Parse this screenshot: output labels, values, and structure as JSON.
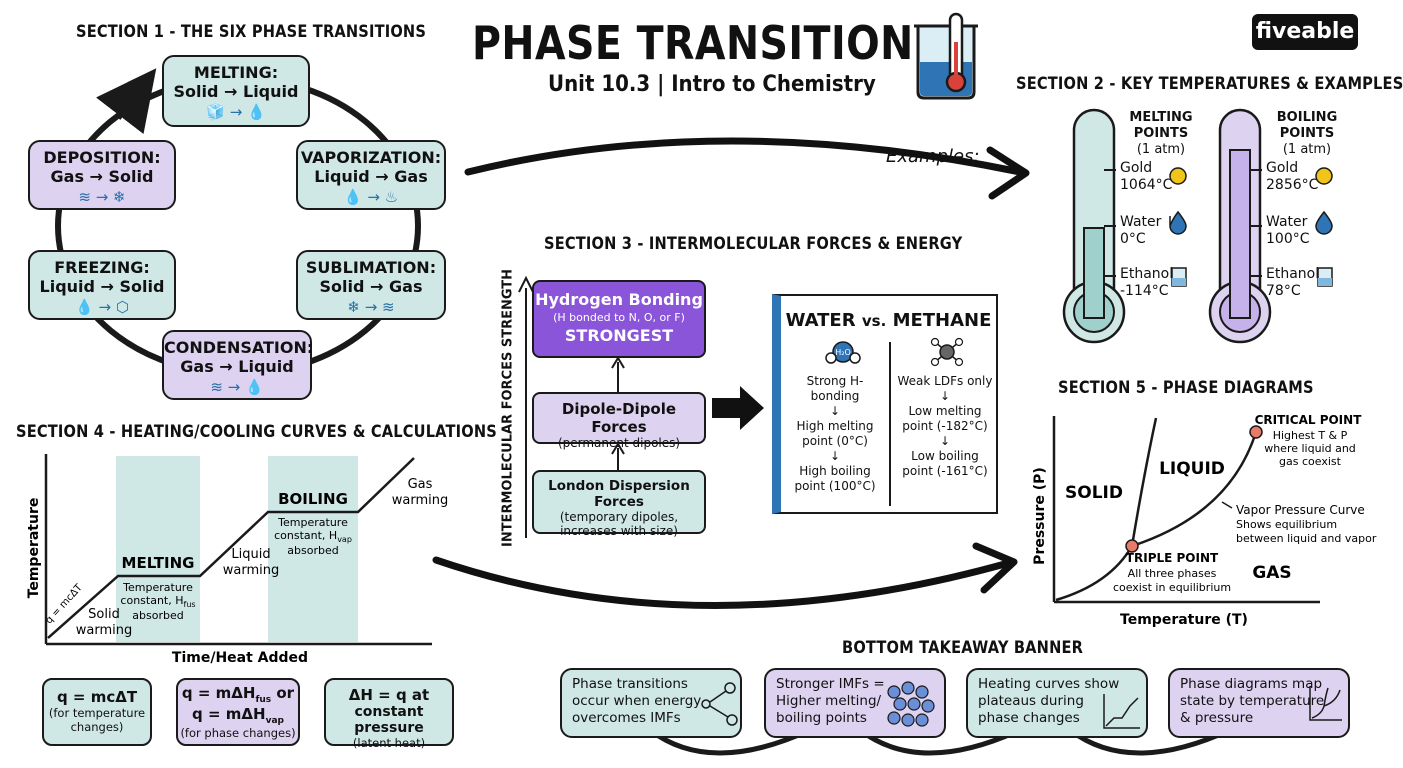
{
  "header": {
    "title": "PHASE TRANSITIONS",
    "subtitle": "Unit 10.3 | Intro to Chemistry",
    "logo": "fiveable",
    "icon": "beaker-thermometer-icon"
  },
  "section1": {
    "title": "SECTION 1 - THE SIX PHASE TRANSITIONS",
    "melting": {
      "name": "MELTING:",
      "change": "Solid → Liquid",
      "icon": "🧊 → 💧"
    },
    "vaporization": {
      "name": "VAPORIZATION:",
      "change": "Liquid → Gas",
      "icon": "💧 → ♨"
    },
    "sublimation": {
      "name": "SUBLIMATION:",
      "change": "Solid → Gas",
      "icon": "❄ → ≋"
    },
    "condensation": {
      "name": "CONDENSATION:",
      "change": "Gas → Liquid",
      "icon": "≋ → 💧"
    },
    "freezing": {
      "name": "FREEZING:",
      "change": "Liquid → Solid",
      "icon": "💧 → ⬡"
    },
    "deposition": {
      "name": "DEPOSITION:",
      "change": "Gas → Solid",
      "icon": "≋ → ❄"
    },
    "examples_label": "Examples:"
  },
  "section2": {
    "title": "SECTION 2 - KEY TEMPERATURES & EXAMPLES",
    "melting": {
      "header": "MELTING POINTS",
      "cond": "(1 atm)",
      "items": [
        {
          "name": "Gold",
          "value": "1064°C"
        },
        {
          "name": "Water",
          "value": "0°C"
        },
        {
          "name": "Ethanol",
          "value": "-114°C"
        }
      ]
    },
    "boiling": {
      "header": "BOILING POINTS",
      "cond": "(1 atm)",
      "items": [
        {
          "name": "Gold",
          "value": "2856°C"
        },
        {
          "name": "Water",
          "value": "100°C"
        },
        {
          "name": "Ethanol",
          "value": "78°C"
        }
      ]
    }
  },
  "section3": {
    "title": "SECTION 3 - INTERMOLECULAR FORCES & ENERGY",
    "axis_label": "INTERMOLECULAR FORCES STRENGTH",
    "hbond": {
      "name": "Hydrogen Bonding",
      "detail": "(H bonded to N, O, or F)",
      "tag": "STRONGEST"
    },
    "dipole": {
      "name": "Dipole-Dipole Forces",
      "detail": "(permanent dipoles)"
    },
    "london": {
      "name": "London Dispersion Forces",
      "detail1": "(temporary dipoles,",
      "detail2": "increases with size)"
    },
    "compare": {
      "left": "WATER",
      "vs": "vs.",
      "right": "METHANE",
      "water_molecule": "H₂O",
      "water": [
        "Strong H-bonding",
        "High melting",
        "point (0°C)",
        "High boiling",
        "point (100°C)"
      ],
      "methane": [
        "Weak LDFs only",
        "Low melting",
        "point (-182°C)",
        "Low boiling",
        "point (-161°C)"
      ]
    }
  },
  "section4": {
    "title": "SECTION 4 - HEATING/COOLING CURVES & CALCULATIONS",
    "ylabel": "Temperature",
    "xlabel": "Time/Heat Added",
    "labels": {
      "q": "q = mcΔT",
      "solid1": "Solid",
      "solid2": "warming",
      "melting": "MELTING",
      "melt_d1": "Temperature",
      "melt_d2": "constant, H",
      "melt_sub": "fus",
      "melt_d3": "absorbed",
      "liquid1": "Liquid",
      "liquid2": "warming",
      "boiling": "BOILING",
      "boil_d1": "Temperature",
      "boil_d2": "constant, H",
      "boil_sub": "vap",
      "boil_d3": "absorbed",
      "gas1": "Gas",
      "gas2": "warming"
    },
    "formulas": [
      {
        "main": "q = mcΔT",
        "note1": "(for temperature",
        "note2": "changes)"
      },
      {
        "l1": "q = mΔH",
        "l1sub": "fus",
        "l1end": " or",
        "l2": "q = mΔH",
        "l2sub": "vap",
        "note": "(for phase changes)"
      },
      {
        "main1": "ΔH = q at",
        "main2": "constant pressure",
        "note": "(latent heat)"
      }
    ]
  },
  "section5": {
    "title": "SECTION 5 - PHASE DIAGRAMS",
    "ylabel": "Pressure (P)",
    "xlabel": "Temperature (T)",
    "solid": "SOLID",
    "liquid": "LIQUID",
    "gas": "GAS",
    "critical": {
      "name": "CRITICAL POINT",
      "d1": "Highest T & P",
      "d2": "where liquid and",
      "d3": "gas coexist"
    },
    "vapor": {
      "name": "Vapor Pressure Curve",
      "d1": "Shows equilibrium",
      "d2": "between liquid and vapor"
    },
    "triple": {
      "name": "TRIPLE POINT",
      "d1": "All three phases",
      "d2": "coexist in equilibrium"
    }
  },
  "banner": {
    "title": "BOTTOM TAKEAWAY BANNER",
    "items": [
      {
        "l1": "Phase transitions",
        "l2": "occur when energy",
        "l3": "overcomes IMFs"
      },
      {
        "l1": "Stronger IMFs =",
        "l2": "Higher melting/",
        "l3": "boiling points"
      },
      {
        "l1": "Heating curves show",
        "l2": "plateaus during",
        "l3": "phase changes"
      },
      {
        "l1": "Phase diagrams map",
        "l2": "state by temperature",
        "l3": "& pressure"
      }
    ]
  },
  "colors": {
    "teal": "#cfe8e6",
    "lavender": "#ddd2f0",
    "purple": "#8a55d8",
    "blue": "#2f75b5",
    "red": "#e87a6a",
    "gold": "#f0c419"
  }
}
